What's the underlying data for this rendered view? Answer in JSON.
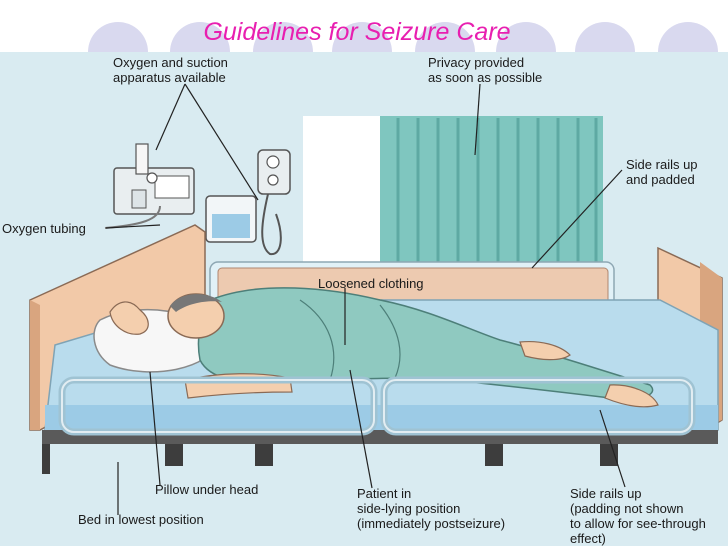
{
  "title": "Guidelines for Seizure Care",
  "labels": {
    "oxygen_suction": [
      "Oxygen and suction",
      "apparatus available"
    ],
    "privacy": [
      "Privacy provided",
      "as soon as possible"
    ],
    "side_rails_padded": [
      "Side rails up",
      "and padded"
    ],
    "oxygen_tubing": [
      "Oxygen tubing"
    ],
    "loosened_clothing": [
      "Loosened clothing"
    ],
    "pillow": [
      "Pillow under head"
    ],
    "bed_lowest": [
      "Bed in lowest position"
    ],
    "patient_position": [
      "Patient in",
      "side-lying position",
      "(immediately postseizure)"
    ],
    "side_rails_see_through": [
      "Side rails up",
      "(padding not shown",
      "to allow for see-through",
      "effect)"
    ]
  },
  "colors": {
    "title": "#e81fb0",
    "background": "#d9ebf1",
    "bed_wood": "#f2c9a8",
    "curtain": "#7fc6bf",
    "gown": "#8fc9c0",
    "skin": "#f4cfae",
    "mattress": "#b9dced"
  }
}
